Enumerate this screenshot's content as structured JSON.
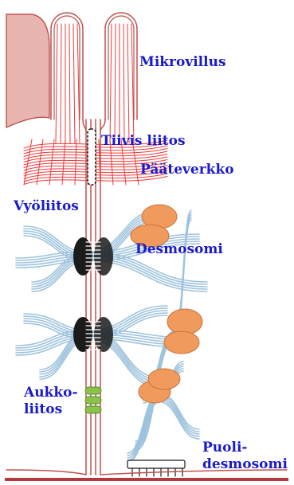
{
  "colors": {
    "label_text": "#1a1acc",
    "membrane": "#c0504d",
    "membrane_fill": "#e8b5b0",
    "actin": "#ee3a3a",
    "keratin": "#9ec3dd",
    "keratin_dark": "#3c5a70",
    "plaque": "#1b1b1b",
    "desmosome_blob": "#f09a5e",
    "gap_junction": "#8bc34a",
    "basal_lamina": "#b33a3a"
  },
  "labels": {
    "microvillus": "Mikrovillus",
    "tight_junction": "Tiivis liitos",
    "terminal_web": "Pääteverkko",
    "adherens_junction": "Vyöliitos",
    "desmosome": "Desmosomi",
    "gap_junction_line1": "Aukko-",
    "gap_junction_line2": "liitos",
    "hemidesmosome_line1": "Puoli-",
    "hemidesmosome_line2": "desmosomi"
  }
}
